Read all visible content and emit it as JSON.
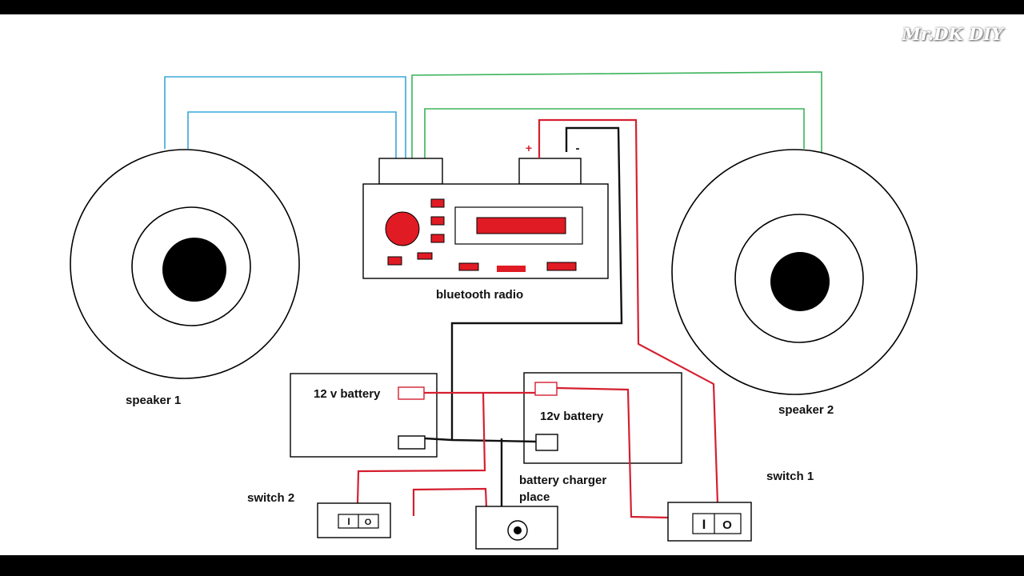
{
  "watermark": "Mr.DK DIY",
  "labels": {
    "speaker1": "speaker 1",
    "speaker2": "speaker 2",
    "radio": "bluetooth radio",
    "battery_left": "12 v battery",
    "battery_right": "12v battery",
    "switch1": "switch 1",
    "switch2": "switch 2",
    "charger_line1": "battery charger",
    "charger_line2": "place"
  },
  "terminal_marks": {
    "plus": "+",
    "minus": "-"
  },
  "switch_marks": {
    "on": "I",
    "off": "O"
  },
  "colors": {
    "red_wire": "#d42030",
    "black_wire": "#111111",
    "blue_wire": "#3aa6d8",
    "green_wire": "#3bb35a",
    "radio_controls": "#e01b24",
    "speaker_cone": "#000000"
  }
}
